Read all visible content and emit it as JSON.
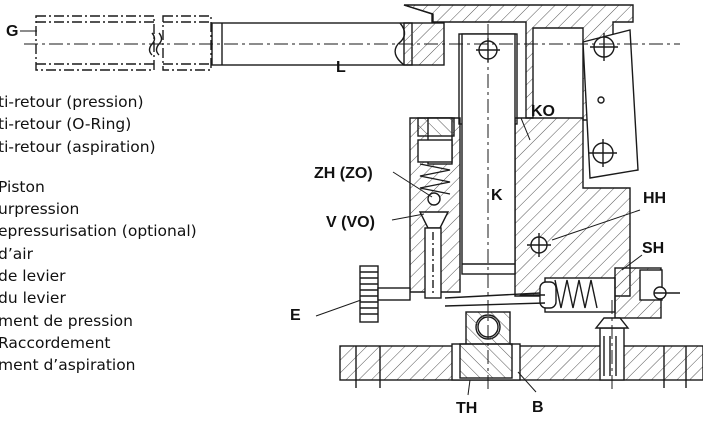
{
  "labels": {
    "G": "G",
    "L": "L",
    "KO": "KO",
    "ZH": "ZH (ZO)",
    "K": "K",
    "V": "V (VO)",
    "HH": "HH",
    "SH": "SH",
    "E": "E",
    "TH": "TH",
    "B": "B"
  },
  "legend": [
    "ti-retour (pression)",
    "ti-retour (O-Ring)",
    "ti-retour (aspiration)",
    "Piston",
    "urpression",
    "epressurisation (optional)",
    "d’air",
    "de levier",
    " du levier",
    "ment de pression",
    "Raccordement",
    "ment d’aspiration"
  ],
  "colors": {
    "line": "#1a1a1a",
    "hatch": "#555555",
    "background": "#ffffff"
  }
}
